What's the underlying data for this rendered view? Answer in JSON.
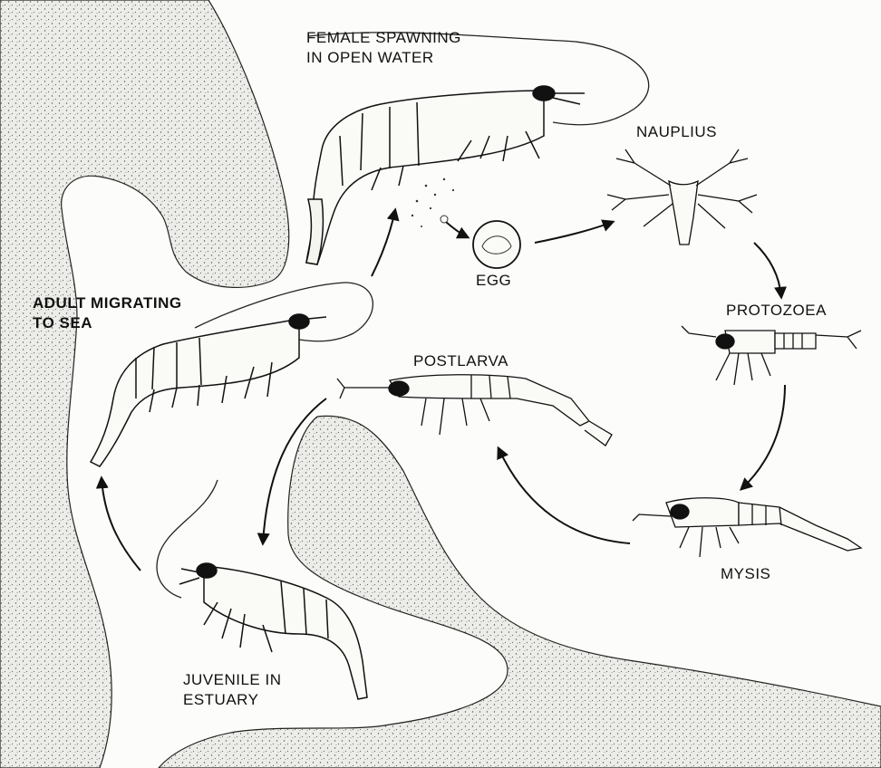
{
  "labels": {
    "female_line1": "FEMALE SPAWNING",
    "female_line2": "IN OPEN WATER",
    "nauplius": "NAUPLIUS",
    "egg": "EGG",
    "adult_line1": "ADULT MIGRATING",
    "adult_line2": "TO SEA",
    "protozoea": "PROTOZOEA",
    "postlarva": "POSTLARVA",
    "mysis": "MYSIS",
    "juvenile_line1": "JUVENILE IN",
    "juvenile_line2": "ESTUARY"
  },
  "colors": {
    "land_fill": "#e6e6e2",
    "ink": "#111111",
    "background": "#fcfcfa"
  }
}
